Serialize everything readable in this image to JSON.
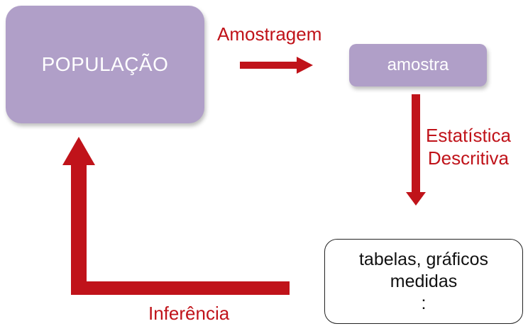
{
  "diagram": {
    "population": {
      "label": "POPULAÇÃO"
    },
    "sample": {
      "label": "amostra"
    },
    "results": {
      "lines": [
        "tabelas, gráficos",
        "medidas",
        ":"
      ]
    },
    "edges": {
      "sampling": {
        "label": "Amostragem"
      },
      "descriptive": {
        "label_line1": "Estatística",
        "label_line2": "Descritiva"
      },
      "inference": {
        "label": "Inferência"
      }
    }
  },
  "colors": {
    "box_fill": "#b09fc8",
    "arrow": "#c0131a",
    "label_text": "#c0131a"
  }
}
